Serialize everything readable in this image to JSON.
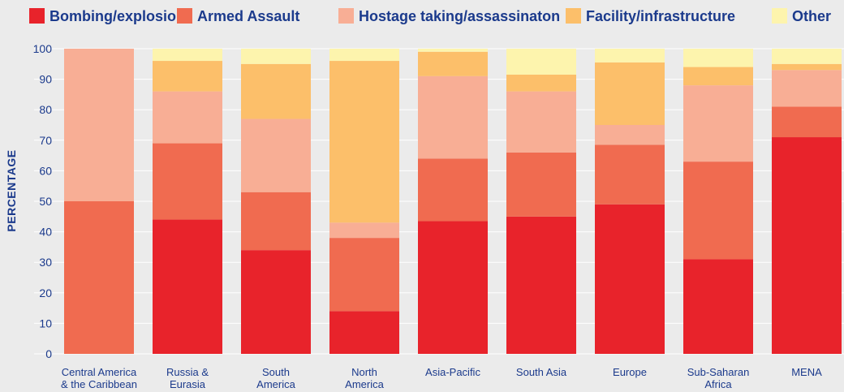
{
  "chart_data": {
    "type": "bar",
    "stacked": true,
    "ylabel": "PERCENTAGE",
    "ylim": [
      0,
      100
    ],
    "yticks": [
      0,
      10,
      20,
      30,
      40,
      50,
      60,
      70,
      80,
      90,
      100
    ],
    "grid": true,
    "legend_position": "top",
    "categories": [
      [
        "Central America",
        "& the Caribbean"
      ],
      [
        "Russia &",
        "Eurasia"
      ],
      [
        "South",
        "America"
      ],
      [
        "North",
        "America"
      ],
      [
        "Asia-Pacific"
      ],
      [
        "South Asia"
      ],
      [
        "Europe"
      ],
      [
        "Sub-Saharan",
        "Africa"
      ],
      [
        "MENA"
      ]
    ],
    "series": [
      {
        "name": "Bombing/explosion",
        "color": "#e8232b",
        "values": [
          0,
          44,
          34,
          14,
          43.5,
          45,
          49,
          31,
          71
        ]
      },
      {
        "name": "Armed Assault",
        "color": "#f06b50",
        "values": [
          50,
          25,
          19,
          24,
          20.5,
          21,
          19.5,
          32,
          10
        ]
      },
      {
        "name": "Hostage taking/assassinaton",
        "color": "#f8ae95",
        "values": [
          50,
          17,
          24,
          5,
          27,
          20,
          6.5,
          25,
          12
        ]
      },
      {
        "name": "Facility/infrastructure",
        "color": "#fcbf6a",
        "values": [
          0,
          10,
          18,
          53,
          8,
          5.5,
          20.5,
          6,
          2
        ]
      },
      {
        "name": "Other",
        "color": "#fdf4ad",
        "values": [
          0,
          4,
          5,
          4,
          1,
          8.5,
          4.5,
          6,
          5
        ]
      }
    ]
  }
}
